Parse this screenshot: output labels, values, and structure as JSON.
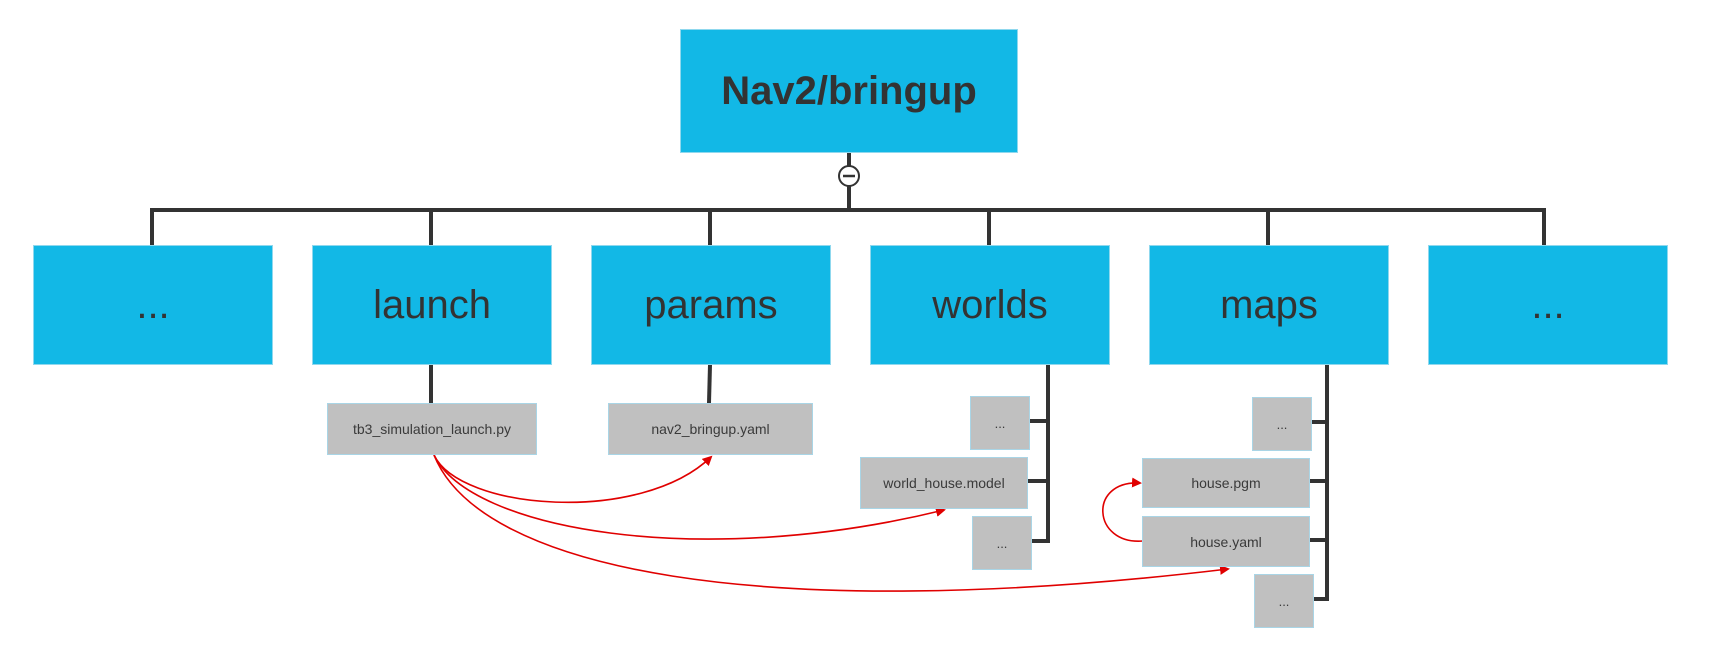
{
  "root": {
    "label": "Nav2/bringup"
  },
  "collapse_toggle": {
    "icon": "minus-circle-icon"
  },
  "folders": [
    {
      "label": "..."
    },
    {
      "label": "launch"
    },
    {
      "label": "params"
    },
    {
      "label": "worlds"
    },
    {
      "label": "maps"
    },
    {
      "label": "..."
    }
  ],
  "launch_files": [
    {
      "label": "tb3_simulation_launch.py"
    }
  ],
  "params_files": [
    {
      "label": "nav2_bringup.yaml"
    }
  ],
  "worlds_files": [
    {
      "label": "..."
    },
    {
      "label": "world_house.model"
    },
    {
      "label": "..."
    }
  ],
  "maps_files": [
    {
      "label": "..."
    },
    {
      "label": "house.pgm"
    },
    {
      "label": "house.yaml"
    },
    {
      "label": "..."
    }
  ],
  "colors": {
    "node_fill": "#12b8e6",
    "file_fill": "#c0c0c0",
    "connector": "#333333",
    "reference_arrow": "#e00000"
  }
}
